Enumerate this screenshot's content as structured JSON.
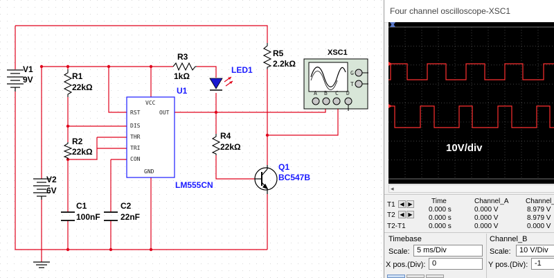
{
  "schematic": {
    "components": {
      "v1": {
        "ref": "V1",
        "value": "9V"
      },
      "v2": {
        "ref": "V2",
        "value": "6V"
      },
      "r1": {
        "ref": "R1",
        "value": "22kΩ"
      },
      "r2": {
        "ref": "R2",
        "value": "22kΩ"
      },
      "r3": {
        "ref": "R3",
        "value": "1kΩ"
      },
      "r4": {
        "ref": "R4",
        "value": "22kΩ"
      },
      "r5": {
        "ref": "R5",
        "value": "2.2kΩ"
      },
      "c1": {
        "ref": "C1",
        "value": "100nF"
      },
      "c2": {
        "ref": "C2",
        "value": "22nF"
      },
      "led1": {
        "ref": "LED1"
      },
      "u1": {
        "ref": "U1",
        "part": "LM555CN",
        "pins": [
          "VCC",
          "RST",
          "OUT",
          "DIS",
          "THR",
          "TRI",
          "CON",
          "GND"
        ]
      },
      "q1": {
        "ref": "Q1",
        "part": "BC547B"
      },
      "xsc1": {
        "ref": "XSC1",
        "terminals": [
          "A",
          "B",
          "C",
          "D",
          "G",
          "T"
        ]
      }
    }
  },
  "oscilloscope": {
    "title": "Four channel oscilloscope-XSC1",
    "scale_overlay": "10V/div",
    "colors": {
      "trace": "#ff3030",
      "screen_bg": "#000000",
      "grid": "#6a6a6a"
    },
    "measurements": {
      "headers": [
        "Time",
        "Channel_A",
        "Channel_B"
      ],
      "rows": [
        {
          "label": "T1",
          "time": "0.000 s",
          "channel_a": "0.000 V",
          "channel_b": "8.979 V"
        },
        {
          "label": "T2",
          "time": "0.000 s",
          "channel_a": "0.000 V",
          "channel_b": "8.979 V"
        },
        {
          "label": "T2-T1",
          "time": "0.000 s",
          "channel_a": "0.000 V",
          "channel_b": "0.000 V"
        }
      ]
    },
    "timebase": {
      "title": "Timebase",
      "scale_label": "Scale:",
      "scale_value": "5 ms/Div",
      "xpos_label": "X pos.(Div):",
      "xpos_value": "0"
    },
    "channel_b": {
      "title": "Channel_B",
      "scale_label": "Scale:",
      "scale_value": "10  V/Div",
      "ypos_label": "Y pos.(Div):",
      "ypos_value": "-1"
    }
  }
}
